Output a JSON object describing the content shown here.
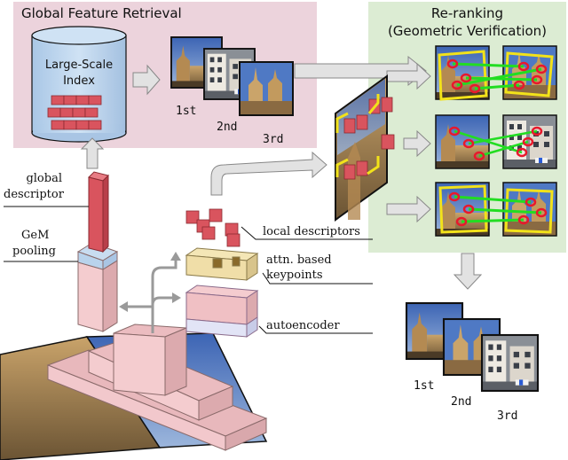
{
  "panels": {
    "global": {
      "title": "Global Feature Retrieval",
      "index_label_1": "Large-Scale",
      "index_label_2": "Index",
      "ranks": [
        "1st",
        "2nd",
        "3rd"
      ],
      "color": "#ecd3dc"
    },
    "rerank": {
      "title_1": "Re-ranking",
      "title_2": "(Geometric Verification)",
      "color": "#dcecd3"
    }
  },
  "labels": {
    "global_descriptor_1": "global",
    "global_descriptor_2": "descriptor",
    "gem_1": "GeM",
    "gem_2": "pooling",
    "local_descriptors": "local descriptors",
    "attn_1": "attn. based",
    "attn_2": "keypoints",
    "autoencoder": "autoencoder"
  },
  "final_ranks": [
    "1st",
    "2nd",
    "3rd"
  ],
  "colors": {
    "feature_red": "#d9545e",
    "backbone_pink": "#f2c4c8",
    "cylinder_blue": "#b9d3ec",
    "match_green": "#22dd22",
    "inlier_yellow": "#f2e21a",
    "keypoint_ring": "#e8192c",
    "arrow_gray": "#d8d8d8"
  },
  "icons": [
    "database-icon",
    "arrow-icon",
    "photo-thumbnail"
  ]
}
